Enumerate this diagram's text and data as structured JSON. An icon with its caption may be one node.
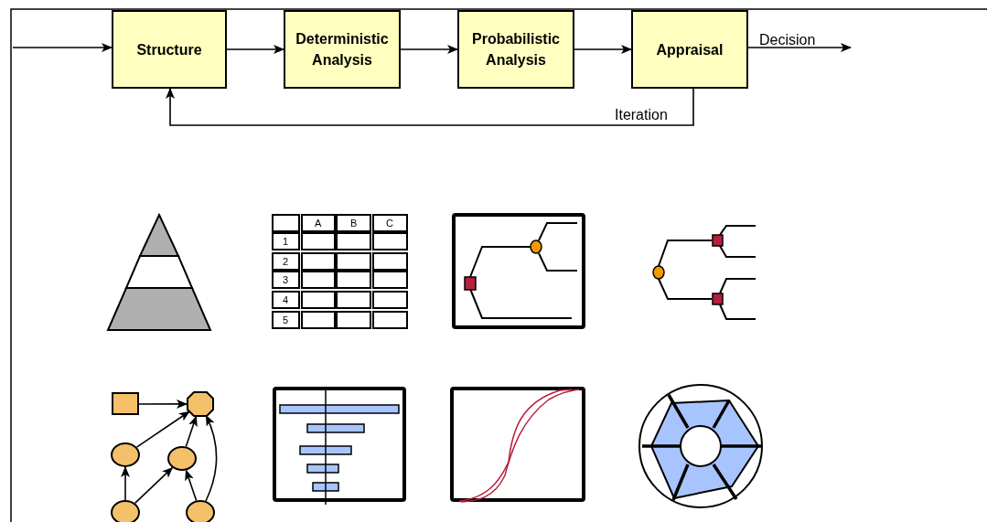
{
  "diagram": {
    "nodes": [
      {
        "text": [
          "Structure"
        ]
      },
      {
        "text": [
          "Deterministic Analysis"
        ]
      },
      {
        "text": [
          "Probabilistic Analysis"
        ]
      },
      {
        "text": [
          "Appraisal"
        ]
      },
      {
        "text": [],
        "shape": "box"
      },
      {
        "text": [],
        "shape": "octagon"
      },
      {
        "text": [],
        "shape": "circle"
      },
      {
        "text": [],
        "shape": "circle"
      },
      {
        "text": [],
        "shape": "circle"
      },
      {
        "text": [],
        "shape": "circle"
      }
    ],
    "edges": [
      {
        "from": null,
        "to": 0,
        "arrow": "to"
      },
      {
        "from": 0,
        "to": 1,
        "arrow": "to"
      },
      {
        "from": 1,
        "to": 2,
        "arrow": "to"
      },
      {
        "from": 2,
        "to": 3,
        "arrow": "to"
      },
      {
        "from": 3,
        "to": null,
        "arrow": "to",
        "label": "Decision"
      },
      {
        "from": 3,
        "to": 0,
        "arrow": "to",
        "label": "Iteration"
      },
      {
        "from": 4,
        "to": 5,
        "arrow": "to"
      },
      {
        "from": 6,
        "to": 5,
        "arrow": "to"
      },
      {
        "from": 7,
        "to": 5,
        "arrow": "to"
      },
      {
        "from": 9,
        "to": 5,
        "arrow": "to"
      },
      {
        "from": 8,
        "to": 6,
        "arrow": "to"
      },
      {
        "from": 8,
        "to": 7,
        "arrow": "to"
      },
      {
        "from": 9,
        "to": 7,
        "arrow": "to"
      }
    ],
    "labels": [
      "A",
      "B",
      "C",
      "1",
      "2",
      "3",
      "4",
      "5"
    ]
  }
}
